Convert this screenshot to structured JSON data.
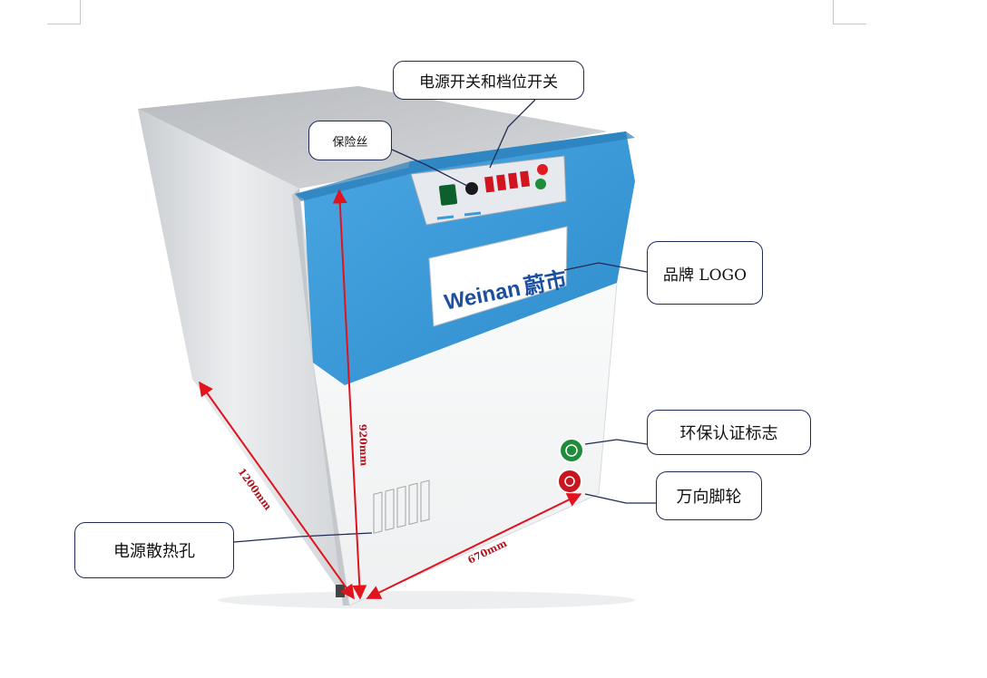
{
  "callouts": {
    "fuse": "保险丝",
    "power_switch": "电源开关和档位开关",
    "brand_logo": "品牌 LOGO",
    "eco_label": "环保认证标志",
    "caster": "万向脚轮",
    "vent": "电源散热孔"
  },
  "dimensions": {
    "depth": "1200mm",
    "height": "920mm",
    "width": "670mm"
  },
  "brand": {
    "latin": "Weinan",
    "cjk": "蔚市"
  },
  "colors": {
    "panel_blue": "#3c9ad8",
    "body_white": "#f4f5f6",
    "side_grey": "#d9dcdf",
    "arrow_red": "#e0141e",
    "leader_navy": "#1f2a55"
  }
}
